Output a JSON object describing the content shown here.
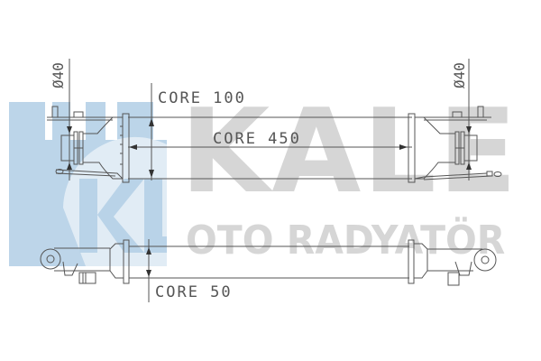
{
  "watermark": {
    "brand": "KALE",
    "subtitle": "OTO RADYATÖR",
    "logo_letters": "KL",
    "colors": {
      "logo_blue": "#b9d3e8",
      "text_gray": "#cfcfcf"
    }
  },
  "drawing": {
    "type": "intercooler technical drawing",
    "line_color": "#555555",
    "top_view": {
      "core_height_label": "CORE 100",
      "core_length_label": "CORE 450",
      "left_inlet_diameter": "Ø40",
      "right_inlet_diameter": "Ø40"
    },
    "bottom_view": {
      "core_thickness_label": "CORE 50"
    }
  }
}
